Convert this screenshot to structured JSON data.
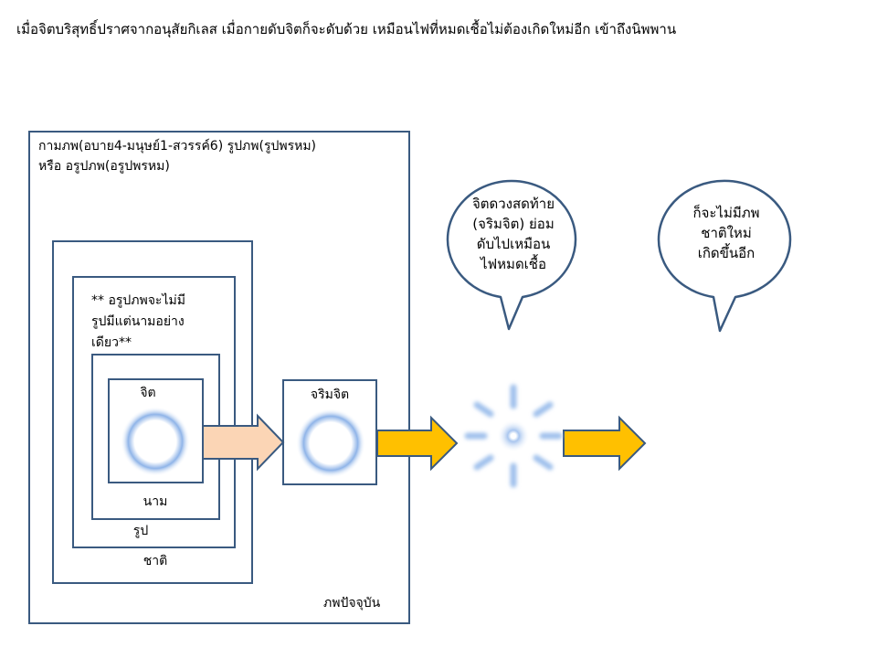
{
  "title": "เมื่อจิตบริสุทธิ์ปราศจากอนุสัยกิเลส  เมื่อกายดับจิตก็จะดับด้วย  เหมือนไฟที่หมดเชื้อไม่ต้องเกิดใหม่อีก  เข้าถึงนิพพาน",
  "outer_box": {
    "heading_line1": "กามภพ(อบาย4-มนุษย์1-สวรรค์6) รูปภพ(รูปพรหม)",
    "heading_line2": "หรือ   อรูปภพ(อรูปพรหม)",
    "label": "ภพปัจจุบัน"
  },
  "boxes": {
    "chati": "ชาติ",
    "rup": "รูป",
    "rup_note": [
      "** อรูปภพจะไม่มี",
      "รูปมีแต่นามอย่าง",
      "เดียว**"
    ],
    "nam": "นาม",
    "chit": "จิต",
    "charimachit": "จริมจิต"
  },
  "bubbles": [
    {
      "lines": [
        "จิตดวงสดท้าย",
        "(จริมจิต) ย่อม",
        "ดับไปเหมือน",
        "ไฟหมดเชื้อ"
      ]
    },
    {
      "lines": [
        "ก็จะไม่มีภพ",
        "ชาติใหม่",
        "เกิดขึ้นอีก"
      ]
    }
  ],
  "colors": {
    "border": "#3a5a80",
    "arrow_yellow": "#ffc000",
    "arrow_peach": "#fbd5b5",
    "glow": "#8fb4e8"
  }
}
